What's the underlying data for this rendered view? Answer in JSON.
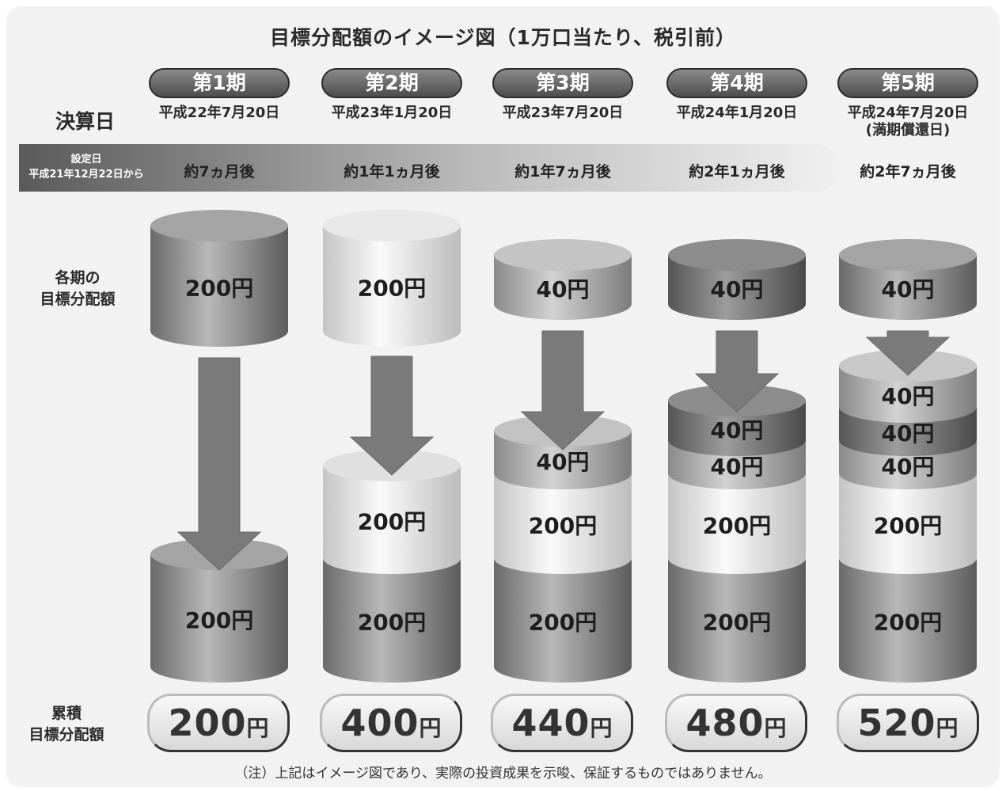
{
  "title": "目標分配額のイメージ図（1万口当たり、税引前）",
  "row_labels": {
    "settlement_date": "決算日",
    "each_period": [
      "各期の",
      "目標分配額"
    ],
    "cumulative": [
      "累積",
      "目標分配額"
    ]
  },
  "setup": {
    "label": "設定日",
    "date": "平成21年12月22日から"
  },
  "periods": [
    {
      "name": "第1期",
      "date": "平成22年7月20日",
      "note": "",
      "elapsed": "約7ヵ月後",
      "target": "200円",
      "stack": [
        "200円"
      ],
      "cumulative_value": "200",
      "cumulative_unit": "円"
    },
    {
      "name": "第2期",
      "date": "平成23年1月20日",
      "note": "",
      "elapsed": "約1年1ヵ月後",
      "target": "200円",
      "stack": [
        "200円",
        "200円"
      ],
      "cumulative_value": "400",
      "cumulative_unit": "円"
    },
    {
      "name": "第3期",
      "date": "平成23年7月20日",
      "note": "",
      "elapsed": "約1年7ヵ月後",
      "target": "40円",
      "stack": [
        "200円",
        "200円",
        "40円"
      ],
      "cumulative_value": "440",
      "cumulative_unit": "円"
    },
    {
      "name": "第4期",
      "date": "平成24年1月20日",
      "note": "",
      "elapsed": "約2年1ヵ月後",
      "target": "40円",
      "stack": [
        "200円",
        "200円",
        "40円",
        "40円"
      ],
      "cumulative_value": "480",
      "cumulative_unit": "円"
    },
    {
      "name": "第5期",
      "date": "平成24年7月20日",
      "note": "(満期償還日)",
      "elapsed": "約2年7ヵ月後",
      "target": "40円",
      "stack": [
        "200円",
        "200円",
        "40円",
        "40円",
        "40円"
      ],
      "cumulative_value": "520",
      "cumulative_unit": "円"
    }
  ],
  "footnote": "（注）上記はイメージ図であり、実際の投資成果を示唆、保証するものではありません。"
}
